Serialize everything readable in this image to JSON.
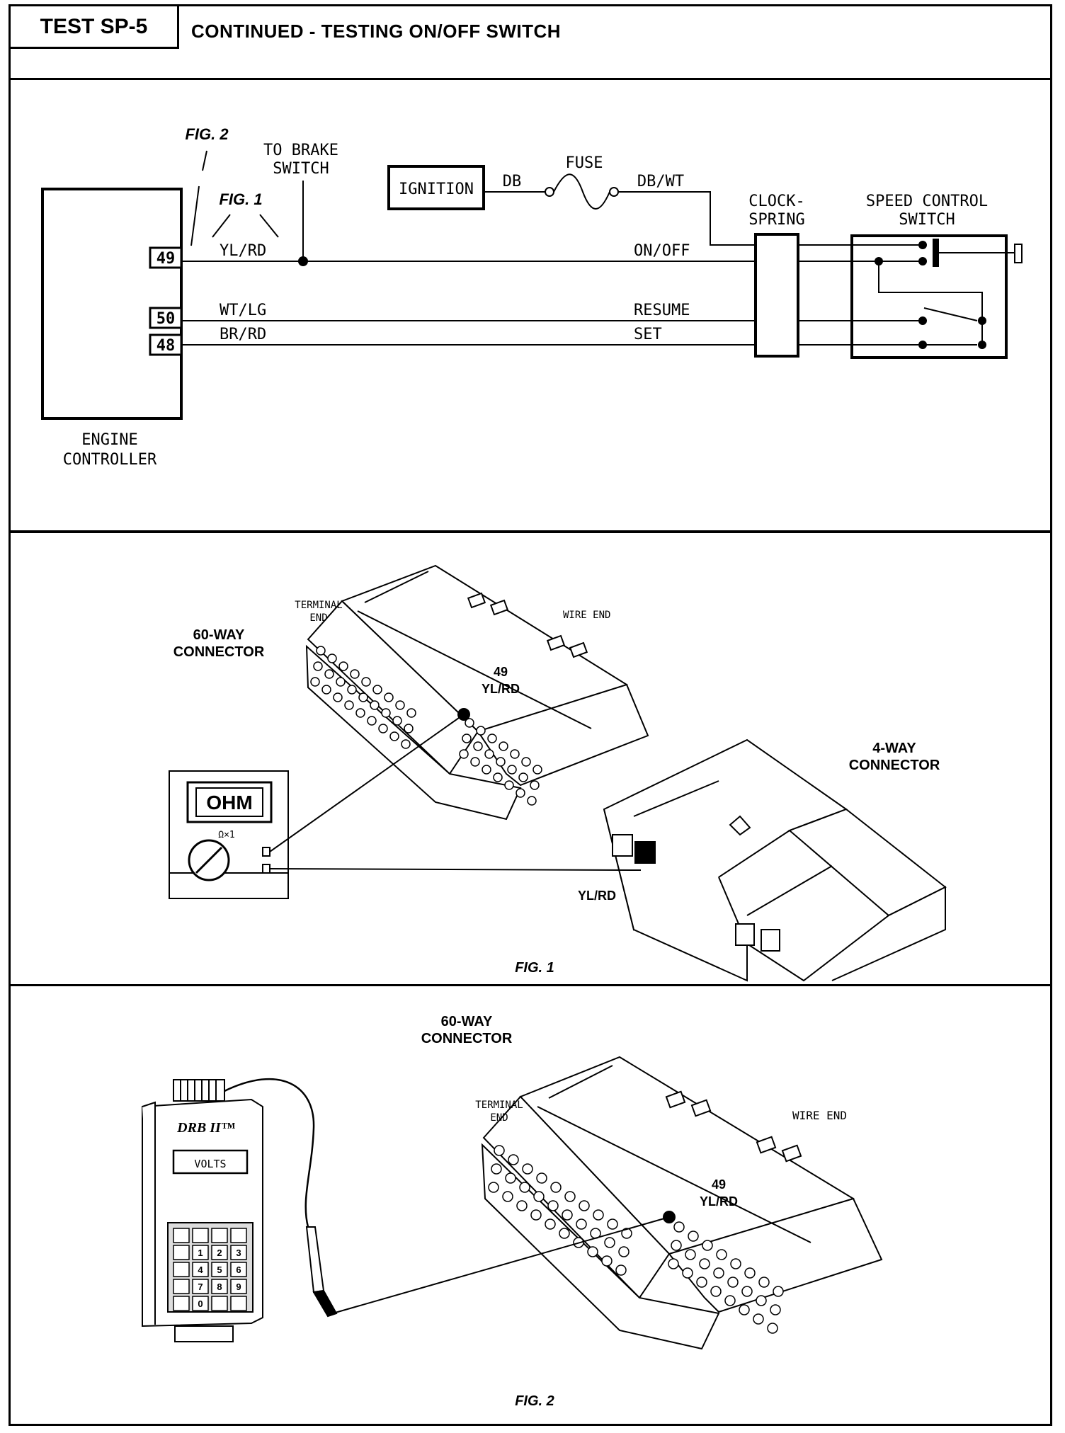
{
  "header": {
    "test_label": "TEST SP-5",
    "title": "CONTINUED - TESTING ON/OFF SWITCH"
  },
  "schematic": {
    "fig2_ref": "FIG. 2",
    "fig1_ref": "FIG. 1",
    "brake_line1": "TO BRAKE",
    "brake_line2": "SWITCH",
    "ignition": "IGNITION",
    "wire_db": "DB",
    "fuse": "FUSE",
    "wire_dbwt": "DB/WT",
    "clock_line1": "CLOCK-",
    "clock_line2": "SPRING",
    "speed_line1": "SPEED CONTROL",
    "speed_line2": "SWITCH",
    "pin49": "49",
    "pin50": "50",
    "pin48": "48",
    "wire_ylrd": "YL/RD",
    "wire_wtlg": "WT/LG",
    "wire_brrd": "BR/RD",
    "circuit_onoff": "ON/OFF",
    "circuit_resume": "RESUME",
    "circuit_set": "SET",
    "controller_line1": "ENGINE",
    "controller_line2": "CONTROLLER"
  },
  "fig1": {
    "terminal_line1": "TERMINAL",
    "terminal_line2": "END",
    "wire_end": "WIRE END",
    "conn60_line1": "60-WAY",
    "conn60_line2": "CONNECTOR",
    "pin_num": "49",
    "pin_wire": "YL/RD",
    "conn4_line1": "4-WAY",
    "conn4_line2": "CONNECTOR",
    "meter_display": "OHM",
    "meter_range": "Ω×1",
    "ylrd_label": "YL/RD",
    "caption": "FIG. 1"
  },
  "fig2": {
    "conn60_line1": "60-WAY",
    "conn60_line2": "CONNECTOR",
    "terminal_line1": "TERMINAL",
    "terminal_line2": "END",
    "wire_end": "WIRE END",
    "pin_num": "49",
    "pin_wire": "YL/RD",
    "drb_title": "DRB II™",
    "drb_display": "VOLTS",
    "keypad_keys": [
      "1",
      "2",
      "3",
      "4",
      "5",
      "6",
      "7",
      "8",
      "9",
      "0"
    ],
    "caption": "FIG. 2"
  }
}
